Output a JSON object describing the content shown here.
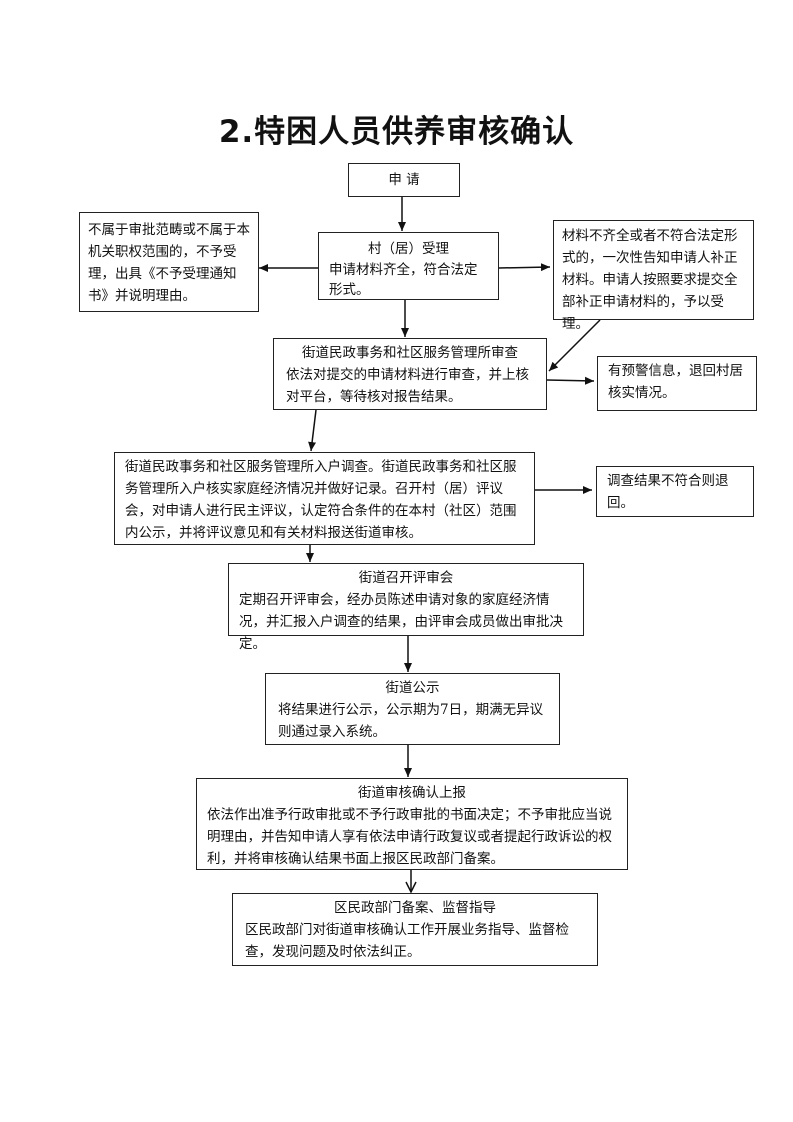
{
  "title": "2.特困人员供养审核确认",
  "steps": {
    "apply": {
      "text": "申  请"
    },
    "village": {
      "head": "村（居）受理",
      "body": "申请材料齐全，符合法定形式。"
    },
    "reject_scope": {
      "text": "不属于审批范畴或不属于本机关职权范围的，不予受理，出具《不予受理通知书》并说明理由。"
    },
    "incomplete": {
      "text": "材料不齐全或者不符合法定形式的，一次性告知申请人补正材料。申请人按照要求提交全部补正申请材料的，予以受理。"
    },
    "review": {
      "head": "街道民政事务和社区服务管理所审查",
      "body": "依法对提交的申请材料进行审查，并上核对平台，等待核对报告结果。"
    },
    "warning": {
      "text": "有预警信息，退回村居核实情况。"
    },
    "survey": {
      "text": "街道民政事务和社区服务管理所入户调查。街道民政事务和社区服务管理所入户核实家庭经济情况并做好记录。召开村（居）评议会，对申请人进行民主评议，认定符合条件的在本村（社区）范围内公示，并将评议意见和有关材料报送街道审核。"
    },
    "survey_fail": {
      "text": "调查结果不符合则退回。"
    },
    "meeting": {
      "head": "街道召开评审会",
      "body": "定期召开评审会，经办员陈述申请对象的家庭经济情况，并汇报入户调查的结果，由评审会成员做出审批决定。"
    },
    "publicity": {
      "head": "街道公示",
      "body": "将结果进行公示，公示期为7日，期满无异议则通过录入系统。"
    },
    "confirm": {
      "head": "街道审核确认上报",
      "body": "依法作出准予行政审批或不予行政审批的书面决定；不予审批应当说明理由，并告知申请人享有依法申请行政复议或者提起行政诉讼的权利，并将审核确认结果书面上报区民政部门备案。"
    },
    "district": {
      "head": "区民政部门备案、监督指导",
      "body": "区民政部门对街道审核确认工作开展业务指导、监督检查，发现问题及时依法纠正。"
    }
  }
}
